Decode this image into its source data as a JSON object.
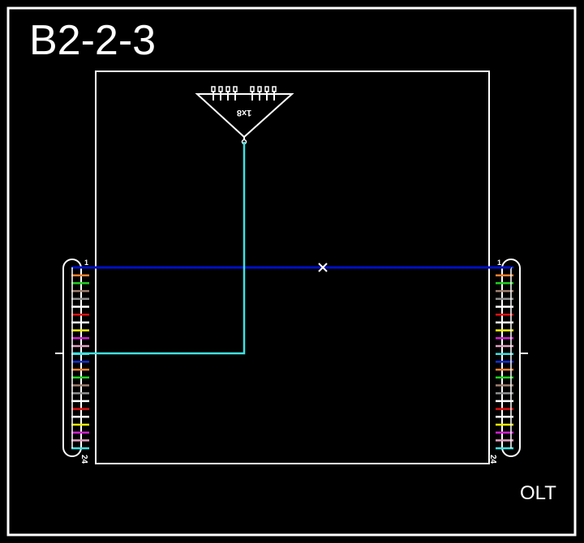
{
  "title": "B2-2-3",
  "footer_label": "OLT",
  "splitter": {
    "label": "1x8",
    "ports": 8
  },
  "colors": {
    "frame": "#ffffff",
    "blue_link": "#0010c8",
    "cyan_link": "#40e0e0"
  },
  "fiber_colors": [
    "#1030d0",
    "#f08030",
    "#20d020",
    "#a08070",
    "#909090",
    "#ffffff",
    "#e01010",
    "#ffffff",
    "#f0f000",
    "#d020d0",
    "#e0a0c0",
    "#40e0e0",
    "#1030d0",
    "#f08030",
    "#20d020",
    "#a08070",
    "#909090",
    "#ffffff",
    "#e01010",
    "#ffffff",
    "#f0f000",
    "#d020d0",
    "#e0a0c0",
    "#40e0e0"
  ],
  "cassettes": [
    {
      "side": "left",
      "first_label": "1",
      "last_label": "24"
    },
    {
      "side": "right",
      "first_label": "1",
      "last_label": "24"
    }
  ],
  "connections": [
    {
      "from": "left-1",
      "to": "right-1",
      "color": "blue",
      "break_marker": "x"
    },
    {
      "from": "left-12",
      "to": "splitter-input",
      "color": "cyan"
    }
  ]
}
